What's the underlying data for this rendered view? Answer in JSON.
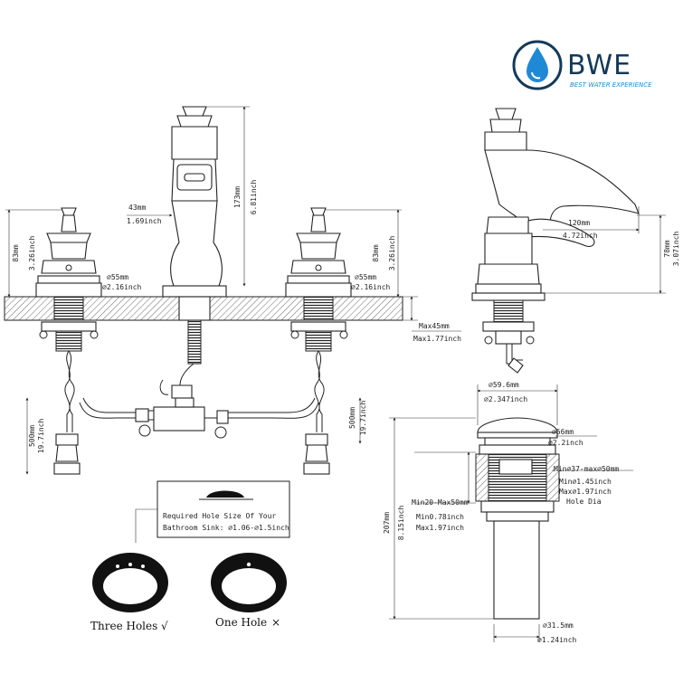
{
  "brand": {
    "name": "BWE",
    "tagline": "BEST WATER EXPERIENCE",
    "colors": {
      "drop_blue": "#1f89d6",
      "ring": "#123a5a"
    }
  },
  "front_view": {
    "left_handle": {
      "height_mm": "83mm",
      "height_in": "3.26inch",
      "dia_mm": "⌀55mm",
      "dia_in": "⌀2.16inch"
    },
    "right_handle": {
      "height_mm": "83mm",
      "height_in": "3.26inch",
      "dia_mm": "⌀55mm",
      "dia_in": "⌀2.16inch"
    },
    "spout": {
      "height_mm": "173mm",
      "height_in": "6.81inch",
      "width_mm": "43mm",
      "width_in": "1.69inch"
    },
    "deck": {
      "max_mm": "Max45mm",
      "max_in": "Max1.77inch"
    },
    "left_hose": {
      "len_mm": "500mm",
      "len_in": "19.7inch"
    },
    "right_hose": {
      "len_mm": "500mm",
      "len_in": "19.7inch"
    }
  },
  "side_view": {
    "reach_mm": "120mm",
    "reach_in": "4.72inch",
    "height_mm": "78mm",
    "height_in": "3.07inch"
  },
  "drain": {
    "cap_mm": "⌀59.6mm",
    "cap_in": "⌀2.347inch",
    "flange_mm": "⌀56mm",
    "flange_in": "⌀2.2inch",
    "hole_mm": "Min⌀37-max⌀50mm",
    "hole_in1": "Min⌀1.45inch",
    "hole_in2": "Max⌀1.97inch",
    "hole_label": "Hole Dia",
    "deck_mm": "Min20-Max50mm",
    "deck_in1": "Min0.78inch",
    "deck_in2": "Max1.97inch",
    "total_mm": "207mm",
    "total_in": "8.15inch",
    "tail_mm": "⌀31.5mm",
    "tail_in": "⌀1.24inch"
  },
  "hole_note": {
    "line1": "Required Hole Size Of Your",
    "line2": "Bathroom Sink: ⌀1.06-⌀1.5inch"
  },
  "sinks": [
    {
      "caption": "Three Holes",
      "mark": "√"
    },
    {
      "caption": "One Hole",
      "mark": "×"
    }
  ]
}
